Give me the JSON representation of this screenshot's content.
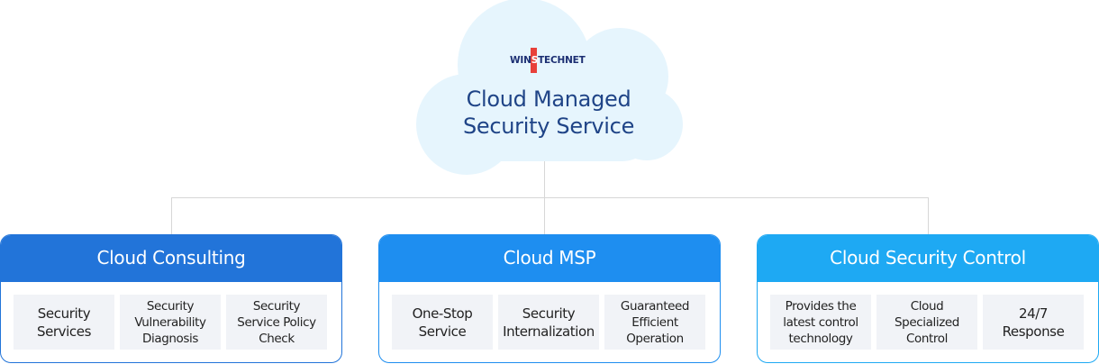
{
  "diagram": {
    "root": {
      "logo_text_before": "WIN",
      "logo_text_highlight": "S",
      "logo_text_after": "TECHNET",
      "title_line1": "Cloud Managed",
      "title_line2": "Security Service",
      "cloud_color": "#e6f5fd",
      "title_color": "#1f4487",
      "logo_bar_color": "#e8403a"
    },
    "connector_color": "#d7d7d7",
    "branches": [
      {
        "title": "Cloud Consulting",
        "color": "#2274d9",
        "items": [
          {
            "line1": "Security",
            "line2": "Services",
            "line3": ""
          },
          {
            "line1": "Security",
            "line2": "Vulnerability",
            "line3": "Diagnosis"
          },
          {
            "line1": "Security",
            "line2": "Service Policy",
            "line3": "Check"
          }
        ]
      },
      {
        "title": "Cloud MSP",
        "color": "#1e8ef0",
        "items": [
          {
            "line1": "One-Stop",
            "line2": "Service",
            "line3": ""
          },
          {
            "line1": "Security",
            "line2": "Internalization",
            "line3": ""
          },
          {
            "line1": "Guaranteed",
            "line2": "Efficient",
            "line3": "Operation"
          }
        ]
      },
      {
        "title": "Cloud Security Control",
        "color": "#1ea9f3",
        "items": [
          {
            "line1": "Provides the",
            "line2": "latest control",
            "line3": "technology"
          },
          {
            "line1": "Cloud",
            "line2": "Specialized",
            "line3": "Control"
          },
          {
            "line1": "24/7",
            "line2": "Response",
            "line3": ""
          }
        ]
      }
    ]
  }
}
